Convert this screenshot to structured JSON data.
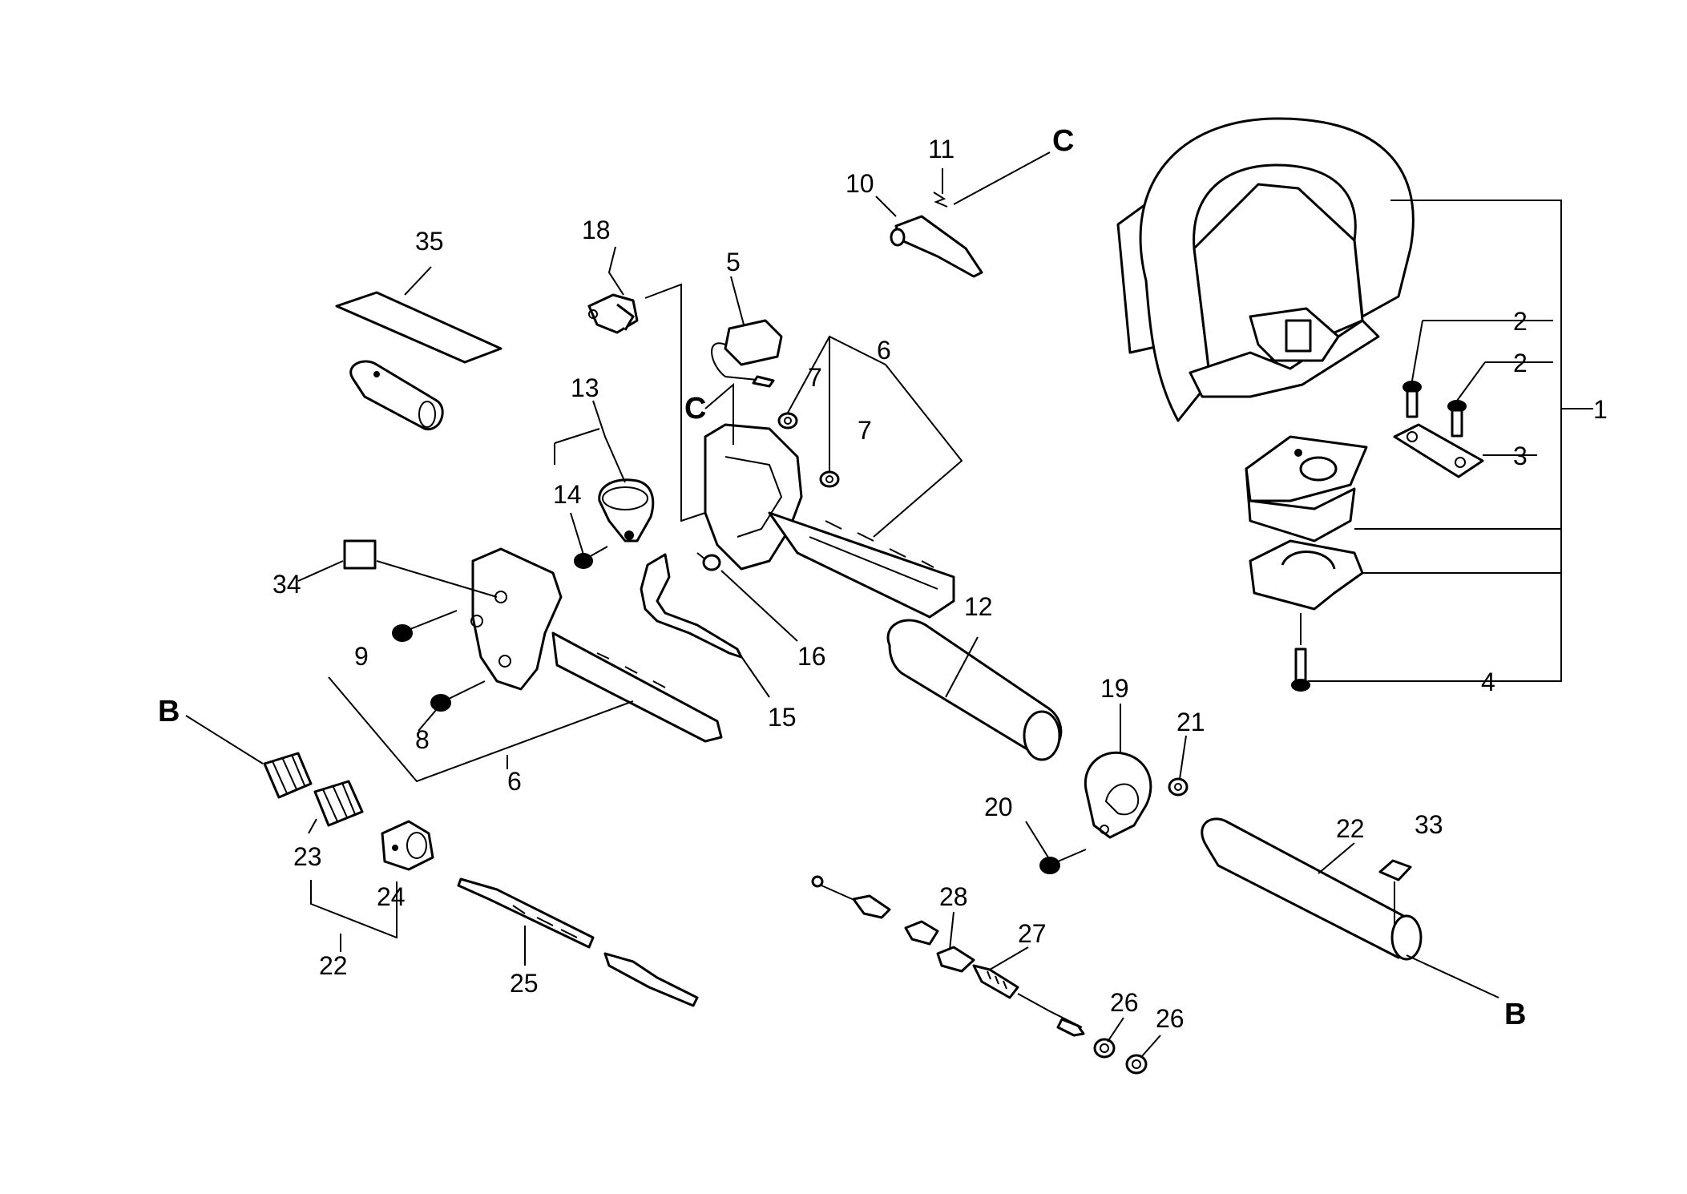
{
  "labels": {
    "p1": "1",
    "p2a": "2",
    "p2b": "2",
    "p3": "3",
    "p4": "4",
    "p5": "5",
    "p6a": "6",
    "p6b": "6",
    "p7a": "7",
    "p7b": "7",
    "p8": "8",
    "p9": "9",
    "p10": "10",
    "p11": "11",
    "p12": "12",
    "p13": "13",
    "p14": "14",
    "p15": "15",
    "p16": "16",
    "p18": "18",
    "p19": "19",
    "p20": "20",
    "p21": "21",
    "p22a": "22",
    "p22b": "22",
    "p23": "23",
    "p24": "24",
    "p25": "25",
    "p26a": "26",
    "p26b": "26",
    "p27": "27",
    "p28": "28",
    "p33": "33",
    "p34": "34",
    "p35": "35"
  },
  "refs": {
    "b_left": "B",
    "b_right": "B",
    "c_top": "C",
    "c_mid": "C"
  }
}
